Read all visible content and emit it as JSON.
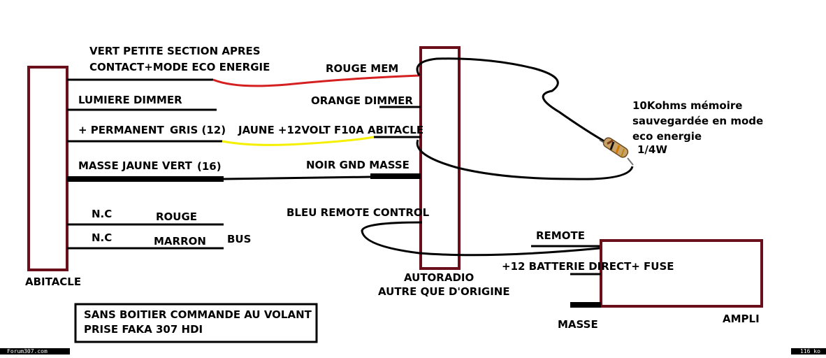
{
  "colors": {
    "box_border": "#6b0f1a",
    "red_wire": "#d42020",
    "yellow_wire": "#f5f000",
    "wire": "#000000"
  },
  "boxes": {
    "abitacle": "ABITACLE",
    "autoradio_line1": "AUTORADIO",
    "autoradio_line2": "AUTRE QUE D'ORIGINE",
    "ampli": "AMPLI"
  },
  "left_labels": {
    "vert_line1": "VERT PETITE SECTION  APRES",
    "vert_line2": "CONTACT+MODE ECO ENERGIE",
    "lumiere": "LUMIERE DIMMER",
    "permanent": "+ PERMANENT",
    "gris": "GRIS (12)",
    "masse": "MASSE JAUNE VERT",
    "masse_num": "(16)",
    "nc1": "N.C",
    "rouge": "ROUGE",
    "nc2": "N.C",
    "marron": "MARRON",
    "bus": "BUS"
  },
  "radio_labels": {
    "rouge_mem": "ROUGE MEM",
    "orange_dimmer": "ORANGE DIMMER",
    "jaune": "JAUNE +12VOLT F10A ABITACLE",
    "noir": "NOIR GND MASSE",
    "bleu": "BLEU REMOTE CONTROL"
  },
  "resistor_note": {
    "line1": "10Kohms mémoire",
    "line2": "sauvegardée en mode",
    "line3": "eco energie",
    "line4": "1/4W"
  },
  "ampli_labels": {
    "remote": "REMOTE",
    "batterie": "+12 BATTERIE DIRECT+ FUSE",
    "masse": "MASSE"
  },
  "note_box": {
    "line1": "SANS BOITIER COMMANDE AU VOLANT",
    "line2": "PRISE FAKA 307 HDI"
  },
  "footer": {
    "left": "Forum307.com",
    "right": "116 ko"
  },
  "icons": {
    "resistor": "resistor-icon"
  }
}
